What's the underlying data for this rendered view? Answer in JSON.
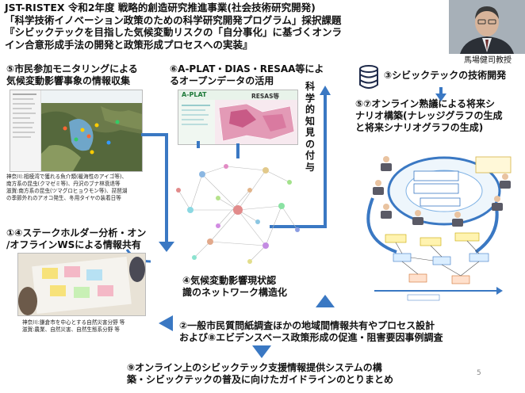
{
  "title": "JST-RISTEX 令和2年度 戦略的創造研究推進事業(社会技術研究開発)\n「科学技術イノベーション政策のための科学研究開発プログラム」採択課題\n『シビックテックを目指した気候変動リスクの「自分事化」に基づくオンラ\nイン合意形成手法の開発と政策形成プロセスへの実装』",
  "person": {
    "name": "馬場健司教授"
  },
  "labels": {
    "l5": "⑤市民参加モニタリングによる\n気候変動影響事象の情報収集",
    "l6": "⑥A-PLAT・DIAS・RESAA等によ\nるオープンデータの活用",
    "l3": "③シビックテックの技術開発",
    "l57": "⑤⑦オンライン熟議による将来シ\nナリオ構築(ナレッジグラフの生成\nと将来シナリオグラフの生成)",
    "l14": "①④ステークホルダー分析・オン\n/オフラインWSによる情報共有",
    "l4": "④気候変動影響現状認\n識のネットワーク構造化",
    "l2": "②一般市民質問紙調査ほかの地域間情報共有やプロセス設計\nおよび⑧エビデンスベース政策形成の促進・阻害要因事例調査",
    "l9": "⑨オンライン上のシビックテック支援情報提供システムの構\n築・シビックテックの普及に向けたガイドラインのとりまとめ"
  },
  "vertical_text": [
    "科",
    "学",
    "的",
    "知",
    "見",
    "の",
    "付",
    "与"
  ],
  "notes": {
    "n5": "神奈川:相模湾で獲れる魚介類(暖海性のアイゴ等)、\n南方系の昆虫(クマゼミ等)、丹沢のブナ林衰退等\n滋賀:南方系の昆虫(ツマグロヒョウモン等)、琵琶湖\nの季節外れのアオコ発生、冬用タイヤの装着日等",
    "n14": "神奈川:鎌倉市を中心とする自然災害分野 等\n滋賀:農業、自然災害、自然生態系分野 等"
  },
  "aplat": {
    "logo": "A-PLAT",
    "resas": "RESAS等"
  },
  "slide_number": "5"
}
